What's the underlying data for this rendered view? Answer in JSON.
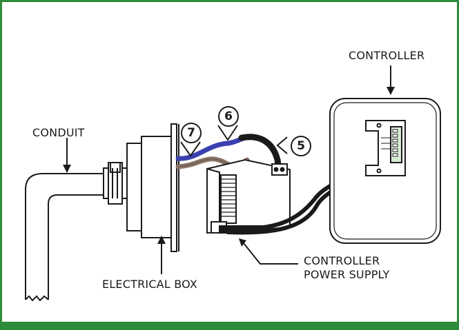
{
  "labels": {
    "controller": "CONTROLLER",
    "conduit": "CONDUIT",
    "electrical_box": "ELECTRICAL BOX",
    "power_supply_line1": "CONTROLLER",
    "power_supply_line2": "POWER SUPPLY"
  },
  "callouts": {
    "c5": "5",
    "c6": "6",
    "c7": "7"
  },
  "colors": {
    "frame": "#2e8b3a",
    "blue_wire": "#3a3fb0",
    "brown_wire": "#8a7468",
    "black_wire": "#1a1a1a"
  }
}
